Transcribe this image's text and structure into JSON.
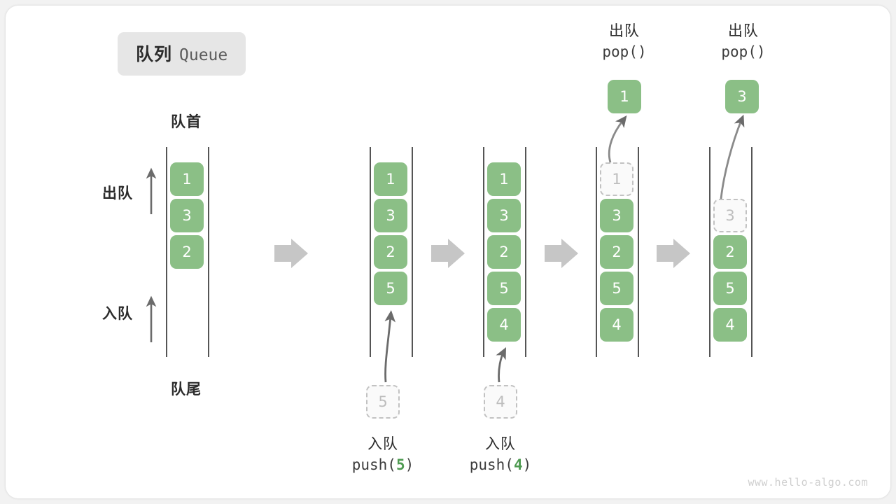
{
  "title": {
    "cn": "队列",
    "en": "Queue"
  },
  "labels": {
    "front": "队首",
    "rear": "队尾",
    "dequeue": "出队",
    "enqueue": "入队"
  },
  "stages": [
    {
      "name": "initial",
      "cells": [
        "1",
        "3",
        "2"
      ],
      "ghost": null,
      "caption_cn": null,
      "caption_code": null
    },
    {
      "name": "push-5",
      "cells": [
        "1",
        "3",
        "2",
        "5"
      ],
      "ghost": "5",
      "caption_cn": "入队",
      "caption_code_prefix": "push(",
      "caption_code_num": "5",
      "caption_code_suffix": ")"
    },
    {
      "name": "push-4",
      "cells": [
        "1",
        "3",
        "2",
        "5",
        "4"
      ],
      "ghost": "4",
      "caption_cn": "入队",
      "caption_code_prefix": "push(",
      "caption_code_num": "4",
      "caption_code_suffix": ")"
    },
    {
      "name": "pop-1",
      "cells": [
        "3",
        "2",
        "5",
        "4"
      ],
      "ghost": "1",
      "popped": "1",
      "caption_cn": "出队",
      "caption_code": "pop()"
    },
    {
      "name": "pop-3",
      "cells": [
        "2",
        "5",
        "4"
      ],
      "ghost": "3",
      "popped": "3",
      "caption_cn": "出队",
      "caption_code": "pop()"
    }
  ],
  "watermark": "www.hello-algo.com",
  "colors": {
    "cell_green": "#8bbf86",
    "ghost_border": "#c2c2c2",
    "rail": "#555555",
    "arrow_gray": "#c6c6c6",
    "badge_bg": "#e6e6e6",
    "accent_num": "#4e9a51"
  }
}
